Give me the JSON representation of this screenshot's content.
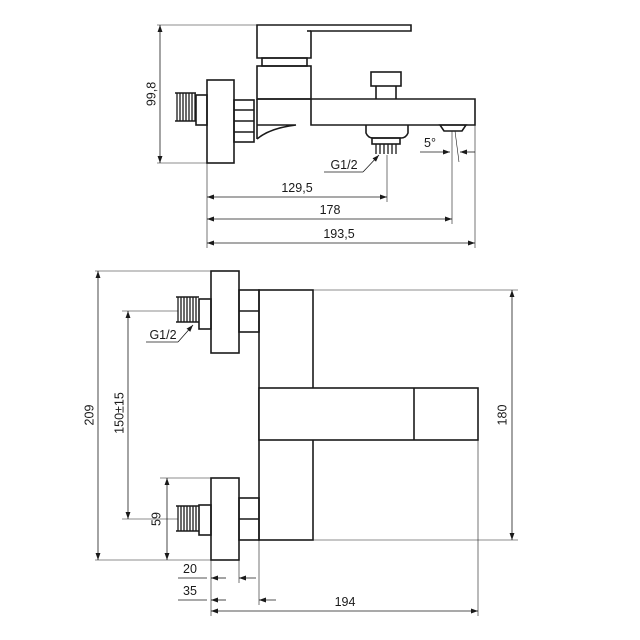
{
  "side_view": {
    "height": "99,8",
    "thread": "G1/2",
    "angle": "5°",
    "dim_outlet": "129,5",
    "dim_spout": "178",
    "dim_total": "193,5"
  },
  "top_view": {
    "thread": "G1/2",
    "total_width": "209",
    "center_distance": "150±15",
    "handle_length": "180",
    "connector_width": "59",
    "offset_20": "20",
    "offset_35": "35",
    "depth": "194"
  }
}
